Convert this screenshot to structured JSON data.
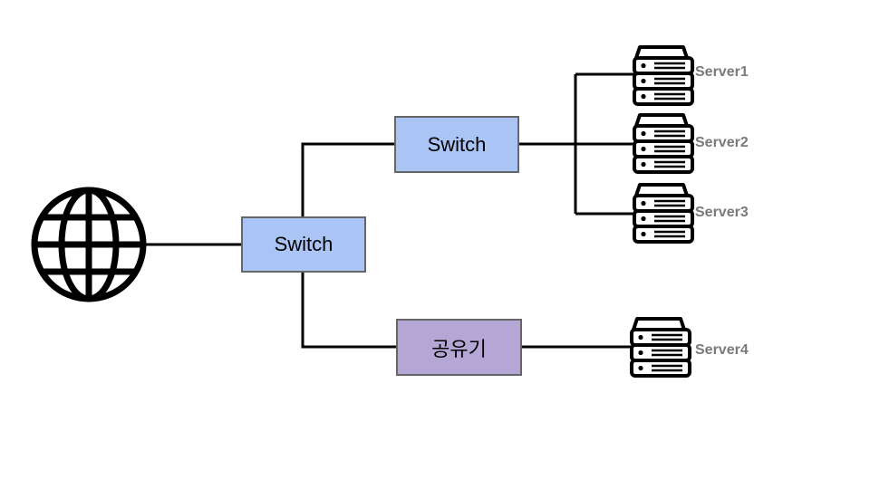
{
  "colors": {
    "switch_fill": "#a9c4f5",
    "router_fill": "#b4a7d6",
    "border": "#666666",
    "line": "#000000",
    "server_label": "#7a7a7a"
  },
  "nodes": {
    "globe": {
      "icon": "globe-icon"
    },
    "switch_main": {
      "label": "Switch"
    },
    "switch_top": {
      "label": "Switch"
    },
    "router": {
      "label": "공유기"
    }
  },
  "servers": [
    {
      "label": "Server1",
      "icon": "server-icon"
    },
    {
      "label": "Server2",
      "icon": "server-icon"
    },
    {
      "label": "Server3",
      "icon": "server-icon"
    },
    {
      "label": "Server4",
      "icon": "server-icon"
    }
  ]
}
